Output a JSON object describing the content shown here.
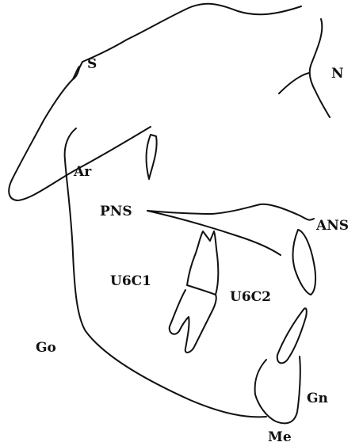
{
  "diagram": {
    "line_color": "#111111",
    "background": "#ffffff",
    "labels": {
      "s": "S",
      "n": "N",
      "ar": "Ar",
      "pns": "PNS",
      "ans": "ANS",
      "u6c1": "U6C1",
      "u6c2": "U6C2",
      "go": "Go",
      "gn": "Gn",
      "me": "Me"
    }
  }
}
